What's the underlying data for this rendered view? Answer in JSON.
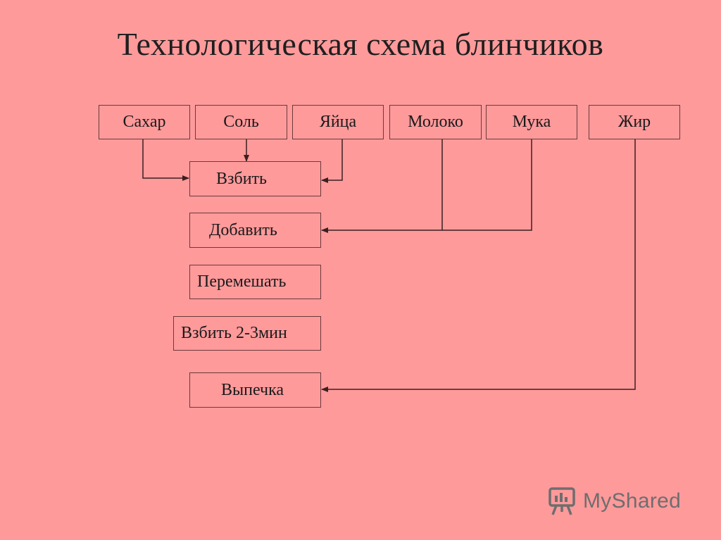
{
  "title": "Технологическая схема блинчиков",
  "ingredients": [
    {
      "id": "sugar",
      "label": "Сахар"
    },
    {
      "id": "salt",
      "label": "Соль"
    },
    {
      "id": "eggs",
      "label": "Яйца"
    },
    {
      "id": "milk",
      "label": "Молоко"
    },
    {
      "id": "flour",
      "label": "Мука"
    },
    {
      "id": "fat",
      "label": "Жир"
    }
  ],
  "steps": [
    {
      "id": "whisk",
      "label": "Взбить"
    },
    {
      "id": "add",
      "label": "Добавить"
    },
    {
      "id": "mix",
      "label": "Перемешать"
    },
    {
      "id": "whisk2",
      "label": "Взбить 2-3мин"
    },
    {
      "id": "bake",
      "label": "Выпечка"
    }
  ],
  "edges": [
    {
      "from": "sugar",
      "to": "whisk"
    },
    {
      "from": "salt",
      "to": "whisk"
    },
    {
      "from": "eggs",
      "to": "whisk"
    },
    {
      "from": "milk",
      "to": "add"
    },
    {
      "from": "flour",
      "to": "add"
    },
    {
      "from": "fat",
      "to": "bake"
    }
  ],
  "watermark": {
    "text": "MyShared",
    "icon": "presentation-board-icon"
  },
  "colors": {
    "background": "#ff9a9b",
    "line": "#6b3a3a",
    "text": "#1a1a1a"
  }
}
